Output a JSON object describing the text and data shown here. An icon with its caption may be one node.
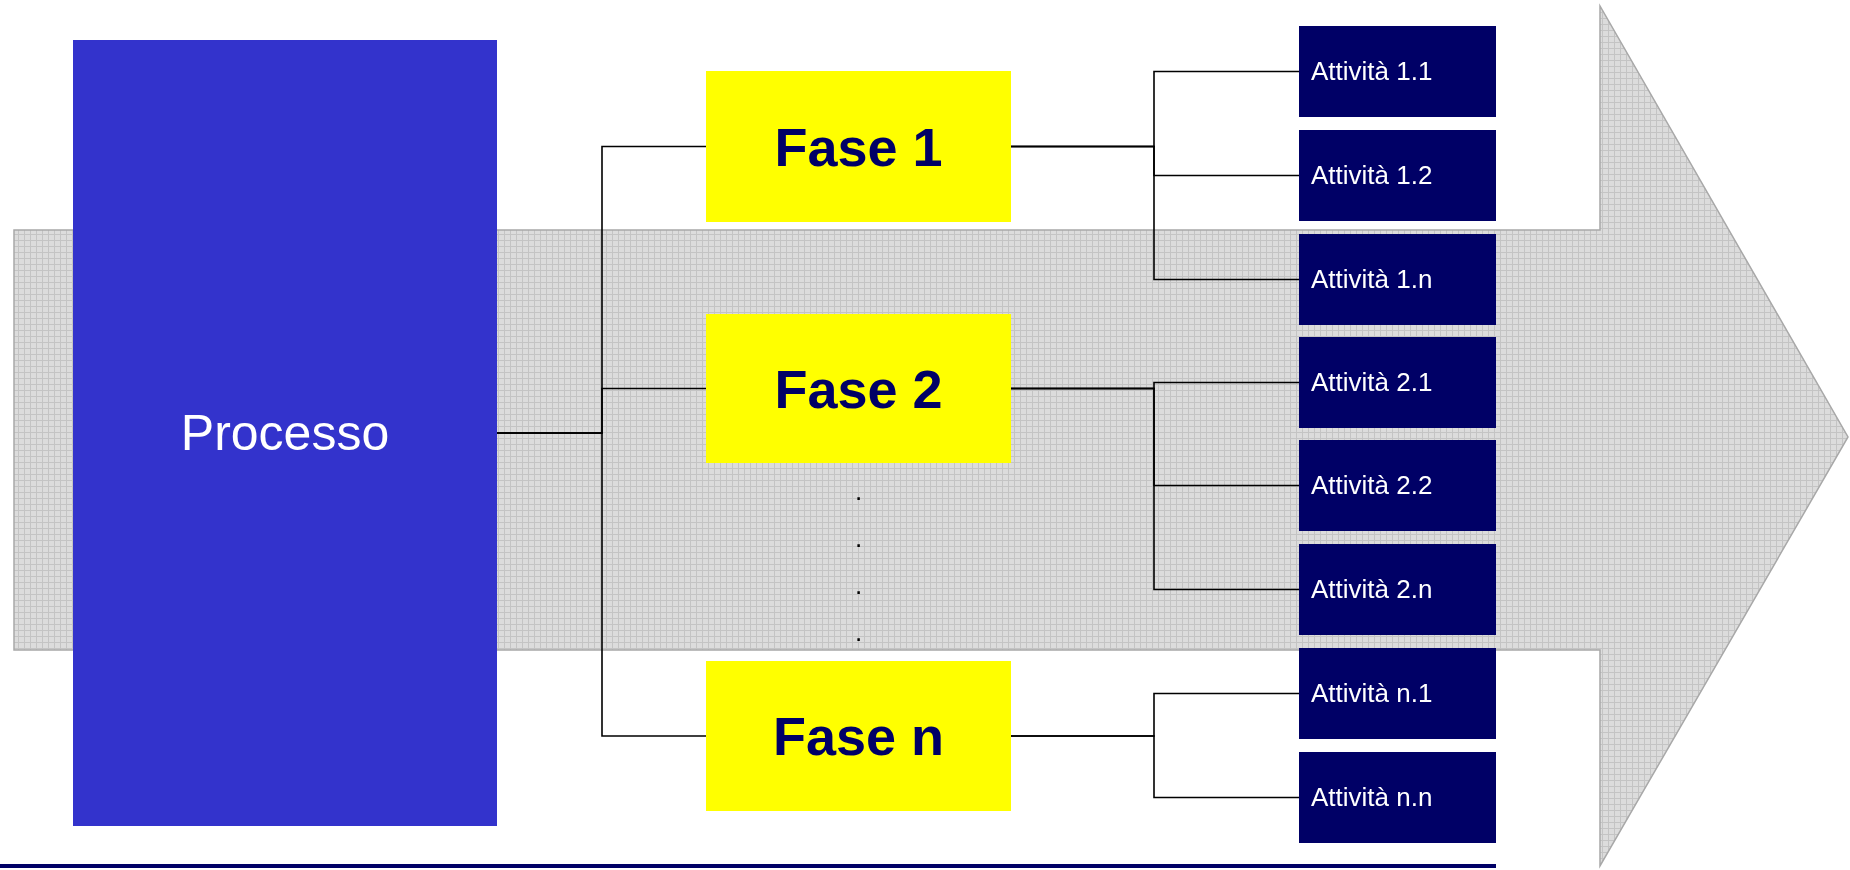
{
  "diagram": {
    "nodes": [
      {
        "text": [
          "Processo"
        ]
      },
      {
        "text": [
          "Fase 1"
        ]
      },
      {
        "text": [
          "Fase 2"
        ]
      },
      {
        "text": [
          "Fase n"
        ]
      },
      {
        "text": [
          "Attività 1.1"
        ]
      },
      {
        "text": [
          "Attività 1.2"
        ]
      },
      {
        "text": [
          "Attività 1.n"
        ]
      },
      {
        "text": [
          "Attività 2.1"
        ]
      },
      {
        "text": [
          "Attività 2.2"
        ]
      },
      {
        "text": [
          "Attività 2.n"
        ]
      },
      {
        "text": [
          "Attività n.1"
        ]
      },
      {
        "text": [
          "Attività n.n"
        ]
      }
    ],
    "edges": [
      {
        "from": 0,
        "to": 1,
        "arrow": "none"
      },
      {
        "from": 0,
        "to": 2,
        "arrow": "none"
      },
      {
        "from": 0,
        "to": 3,
        "arrow": "none"
      },
      {
        "from": 1,
        "to": 4,
        "arrow": "none"
      },
      {
        "from": 1,
        "to": 5,
        "arrow": "none"
      },
      {
        "from": 1,
        "to": 6,
        "arrow": "none"
      },
      {
        "from": 2,
        "to": 7,
        "arrow": "none"
      },
      {
        "from": 2,
        "to": 8,
        "arrow": "none"
      },
      {
        "from": 2,
        "to": 9,
        "arrow": "none"
      },
      {
        "from": 3,
        "to": 10,
        "arrow": "none"
      },
      {
        "from": 3,
        "to": 11,
        "arrow": "none"
      }
    ],
    "labels": [
      ".",
      ".",
      ".",
      "."
    ]
  }
}
